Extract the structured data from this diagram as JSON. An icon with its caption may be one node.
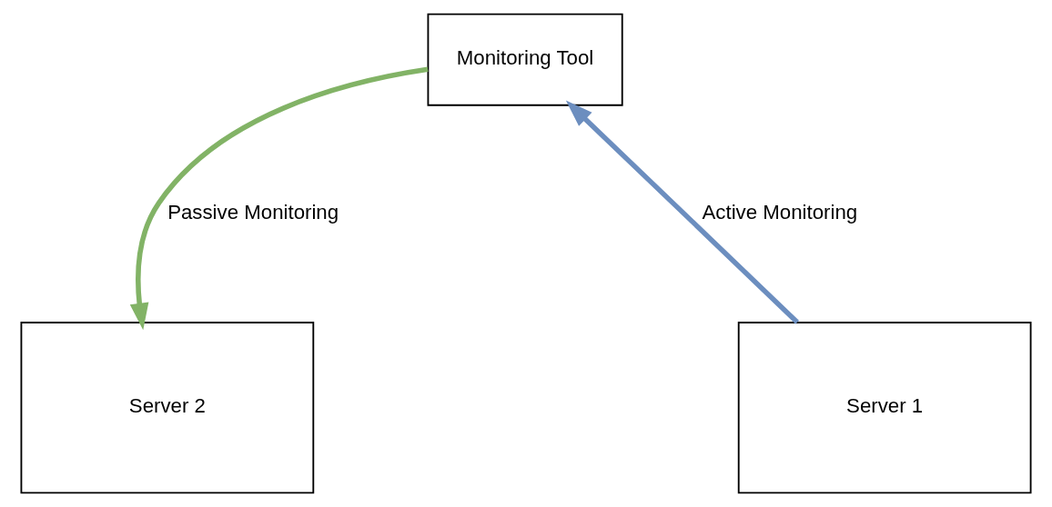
{
  "diagram": {
    "nodes": [
      {
        "text": [
          "Monitoring Tool"
        ]
      },
      {
        "text": [
          "Server 1"
        ]
      },
      {
        "text": [
          "Server 2"
        ]
      }
    ],
    "edges": [
      {
        "from": 1,
        "to": 0,
        "arrow": "to",
        "label": "Active Monitoring",
        "color": "#6c8ebf"
      },
      {
        "from": 0,
        "to": 2,
        "arrow": "to",
        "label": "Passive Monitoring",
        "color": "#82b366"
      }
    ]
  }
}
